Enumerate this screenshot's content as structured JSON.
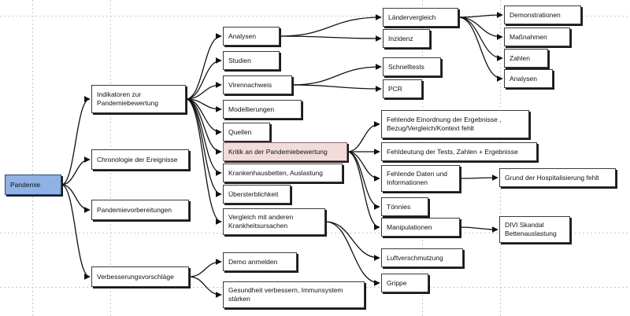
{
  "colors": {
    "root_fill": "#8fb1e3",
    "highlight_fill": "#f2dcdb",
    "node_fill": "#ffffff",
    "edge": "#111111"
  },
  "nodes": {
    "pandemie": "Pandemie",
    "indikatoren": "Indikatoren  zur\nPandemiebewertung",
    "chronologie": "Chronologie der Ereignisse",
    "vorbereitungen": "Pandemievorbereitungen",
    "verbesserung": "Verbesserungsvorschläge",
    "analysen": "Analysen",
    "studien": "Studien",
    "virennachweis": "Virennachweis",
    "modellierungen": "Modellierungen",
    "quellen": "Quellen",
    "kritik": "Kritik an der Pandemiebewertung",
    "krankenhaus": "Krankenhausbetten, Auslastung",
    "uebersterblichkeit": "Übersterblichkeit",
    "vergleich": "Vergleich mit anderen\nKrankheitsursachen",
    "demo_anmelden": "Demo anmelden",
    "gesundheit": "Gesundheit verbessern, Immunsystem\nstärken",
    "laendervergleich": "Ländervergleich",
    "inzidenz": "Inzidenz",
    "schnelltests": "Schnelltests",
    "pcr": "PCR",
    "demonstrationen": "Demonstrationen",
    "massnahmen": "Maßnahmen",
    "zahlen": "Zahlen",
    "analysen2": "Analysen",
    "fehlende_einordnung": "Fehlende Einordnung  der Ergebnisse ,\nBezug/Vergleich/Kontext fehlt",
    "fehldeutung": "Fehldeutung der Tests, Zahlen + Ergebnisse",
    "fehlende_daten": "Fehlende Daten und\nInformationen",
    "toennies": "Tönnies",
    "manipulationen": "Manipulationen",
    "luftverschmutzung": "Luftverschmutzung",
    "grippe": "Grippe",
    "hospitalisierung": "Grund der Hospitalisierung fehlt",
    "divi": "DIVI Skandal\nBettenauslastung"
  }
}
